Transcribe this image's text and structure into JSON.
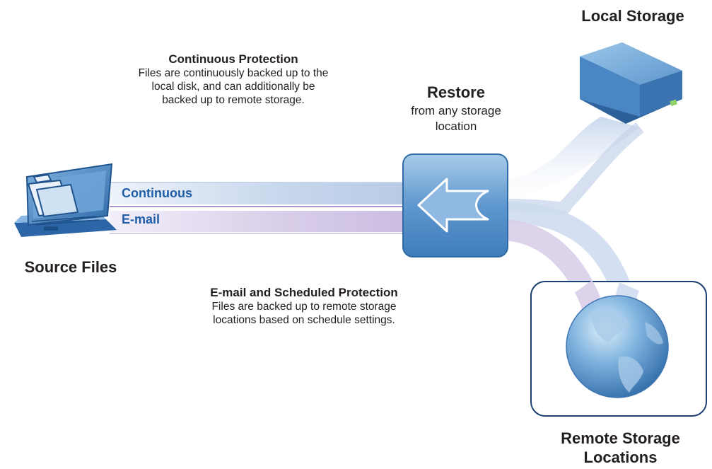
{
  "source": {
    "label": "Source Files"
  },
  "local": {
    "label": "Local Storage"
  },
  "remote": {
    "label_line1": "Remote Storage",
    "label_line2": "Locations"
  },
  "restore": {
    "title": "Restore",
    "line1": "from any storage",
    "line2": "location"
  },
  "continuous": {
    "title": "Continuous Protection",
    "line1": "Files are continuously backed up to the",
    "line2": "local disk, and can additionally be",
    "line3": "backed up to remote storage."
  },
  "scheduled": {
    "title": "E-mail and Scheduled Protection",
    "line1": "Files are backed up to remote storage",
    "line2": "locations based on schedule settings."
  },
  "channels": {
    "continuous": "Continuous",
    "email": "E-mail"
  },
  "colors": {
    "accent_blue": "#1f5ea8",
    "flow_blue": "#c9d8ec",
    "flow_purple": "#d6cbe6",
    "text": "#231f20"
  },
  "icons": {
    "source": "laptop-folder-icon",
    "local": "storage-drive-icon",
    "remote": "globe-icon",
    "restore": "restore-arrow-icon"
  }
}
